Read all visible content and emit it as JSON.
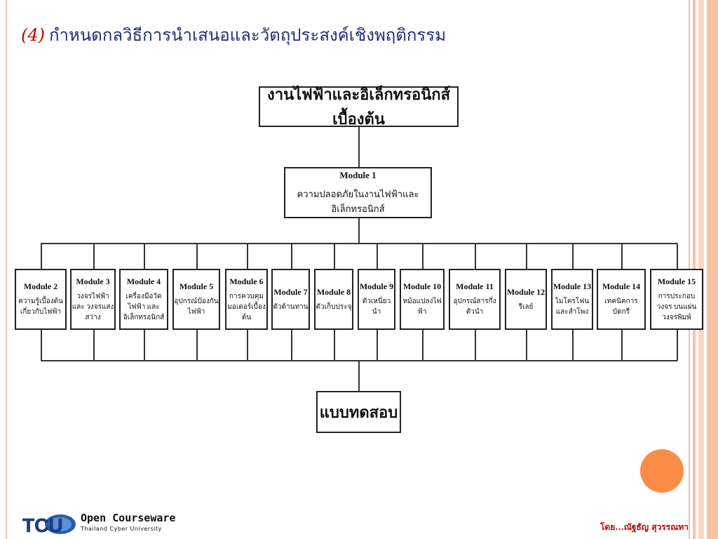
{
  "heading": {
    "number": "(4)",
    "text": "กำหนดกลวิธีการนำเสนอและวัตถุประสงค์เชิงพฤติกรรม"
  },
  "diagram": {
    "root": "งานไฟฟ้าและอิเล็กทรอนิกส์เบื้องต้น",
    "module1": {
      "title": "Module 1",
      "desc": "ความปลอดภัยในงานไฟฟ้าและอิเล็กทรอนิกส์"
    },
    "modules": [
      {
        "title": "Module 2",
        "desc": "ความรู้เบื้องต้น เกี่ยวกับไฟฟ้า"
      },
      {
        "title": "Module 3",
        "desc": "วงจรไฟฟ้าและ วงจรแสงสว่าง"
      },
      {
        "title": "Module 4",
        "desc": "เครื่องมือวัดไฟฟ้า และอิเล็กทรอนิกส์"
      },
      {
        "title": "Module 5",
        "desc": "อุปกรณ์ป้องกันไฟฟ้า"
      },
      {
        "title": "Module 6",
        "desc": "การควบคุม มอเตอร์เบื้องต้น"
      },
      {
        "title": "Module 7",
        "desc": "ตัวต้านทาน"
      },
      {
        "title": "Module 8",
        "desc": "ตัวเก็บประจุ"
      },
      {
        "title": "Module 9",
        "desc": "ตัวเหนี่ยวนำ"
      },
      {
        "title": "Module 10",
        "desc": "หม้อแปลงไฟฟ้า"
      },
      {
        "title": "Module 11",
        "desc": "อุปกรณ์สารกึ่งตัวนำ"
      },
      {
        "title": "Module 12",
        "desc": "รีเลย์"
      },
      {
        "title": "Module 13",
        "desc": "ไมโครโฟน และลำโพง"
      },
      {
        "title": "Module 14",
        "desc": "เทคนิคการบัดกรี"
      },
      {
        "title": "Module 15",
        "desc": "การประกอบวงจร บนแผ่นวงจรพิมพ์"
      }
    ],
    "test": "แบบทดสอบ"
  },
  "logo": {
    "badge": "TCU",
    "name": "Open Courseware",
    "tagline": "Thailand Cyber University"
  },
  "author": "โดย...ณัฐธัญ สุวรรณทา",
  "colors": {
    "heading": "#1f2f7a",
    "accent_red": "#c00000",
    "circle": "#fb8c48",
    "frame": "#f4c4a8"
  }
}
